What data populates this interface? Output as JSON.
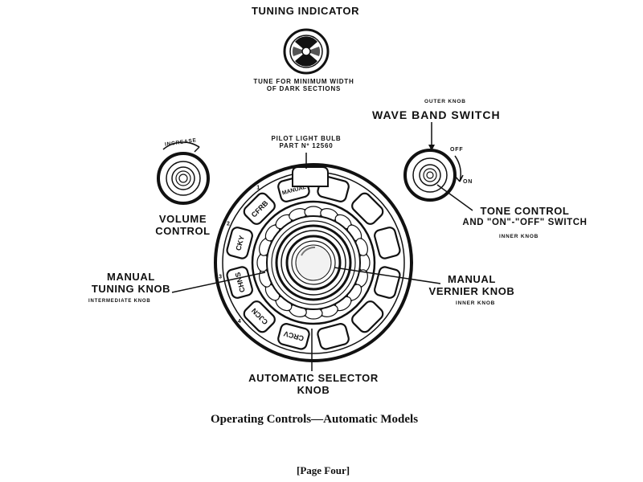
{
  "tuning_indicator": {
    "title": "TUNING INDICATOR",
    "note_line1": "TUNE FOR MINIMUM WIDTH",
    "note_line2": "OF DARK SECTIONS"
  },
  "wave_band": {
    "sub": "OUTER KNOB",
    "title": "WAVE BAND SWITCH",
    "off": "OFF",
    "on": "ON"
  },
  "tone": {
    "line1": "TONE CONTROL",
    "line2": "AND \"ON\"-\"OFF\" SWITCH",
    "sub": "INNER KNOB"
  },
  "volume": {
    "increase": "INCREASE",
    "line1": "VOLUME",
    "line2": "CONTROL"
  },
  "pilot": {
    "line1": "PILOT LIGHT BULB",
    "line2": "PART Nº 12560"
  },
  "manual_tuning": {
    "line1": "MANUAL",
    "line2": "TUNING KNOB",
    "sub": "INTERMEDIATE KNOB"
  },
  "manual_vernier": {
    "line1": "MANUAL",
    "line2": "VERNIER KNOB",
    "sub": "INNER KNOB"
  },
  "selector": {
    "line1": "AUTOMATIC SELECTOR",
    "line2": "KNOB"
  },
  "buttons": {
    "manual": "MANUAL",
    "b1": "CFRB",
    "b2": "CKY",
    "b3": "CHNS",
    "b4": "CJCN",
    "b5": "CRCV"
  },
  "numbers": [
    "1",
    "2",
    "3",
    "4"
  ],
  "caption": "Operating Controls—Automatic Models",
  "page": "[Page Four]"
}
